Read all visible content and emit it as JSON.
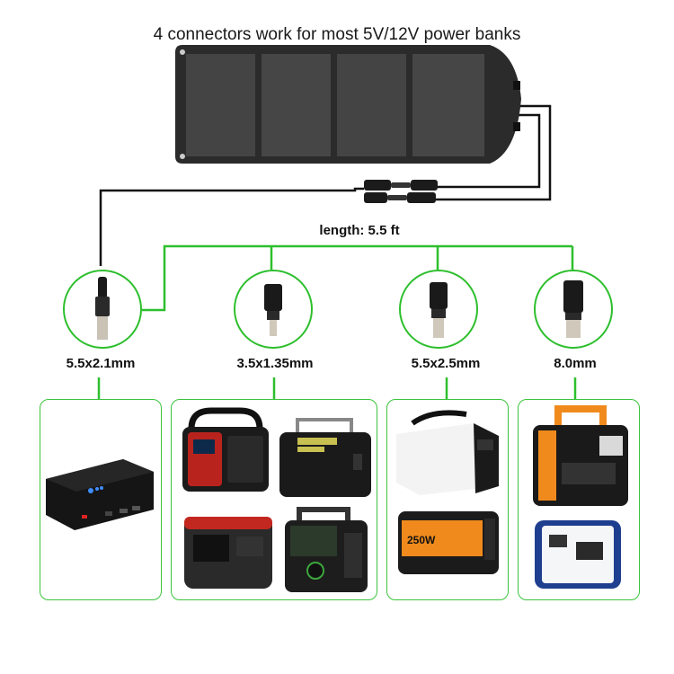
{
  "headline": "4 connectors work for most 5V/12V power banks",
  "length_label": "length: 5.5 ft",
  "connectors": [
    {
      "size": "5.5x2.1mm",
      "icon": "dc-plug-5.5x2.1-icon"
    },
    {
      "size": "3.5x1.35mm",
      "icon": "dc-plug-3.5x1.35-icon"
    },
    {
      "size": "5.5x2.5mm",
      "icon": "dc-plug-5.5x2.5-icon"
    },
    {
      "size": "8.0mm",
      "icon": "dc-plug-8.0-icon"
    }
  ],
  "panel_marking": "",
  "colors": {
    "accent_green": "#2dbf2d",
    "panel": "#3a3a3a",
    "cable": "#111111"
  },
  "devices": {
    "box1": [
      "power-bank"
    ],
    "box2": [
      "red-portable-power-station",
      "black-portable-power-station",
      "red-camping-generator",
      "green-dial-power-station"
    ],
    "box3": [
      "white-black-power-station",
      "orange-power-station-banner"
    ],
    "box4": [
      "orange-large-power-station",
      "blue-white-power-station"
    ]
  },
  "device_texts": {
    "orange_banner": "250W"
  }
}
